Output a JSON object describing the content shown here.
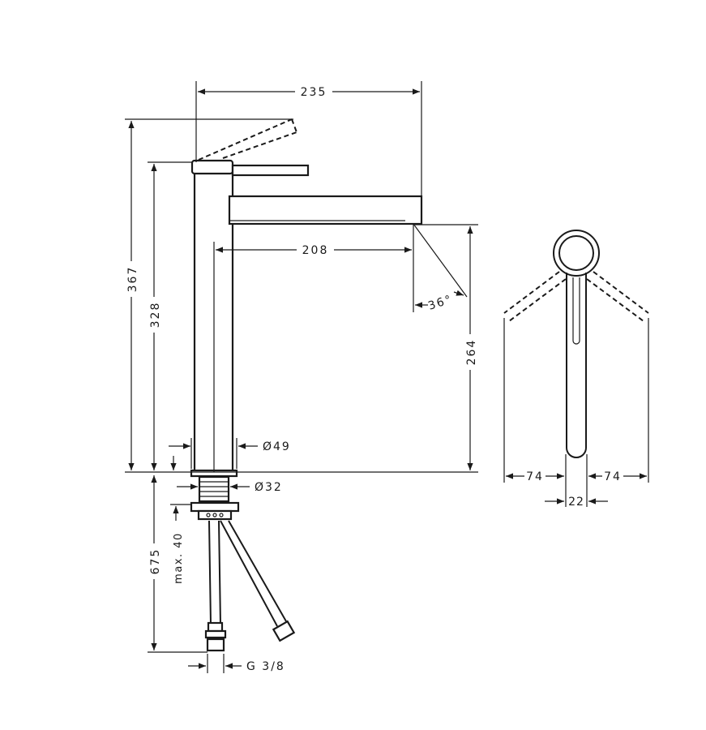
{
  "dimensions": {
    "spout_reach_total": "235",
    "spout_reach": "208",
    "total_height": "367",
    "handle_height": "328",
    "spout_height": "264",
    "swivel_angle": "36°",
    "body_diameter": "Ø49",
    "shank_diameter": "Ø32",
    "hose_length": "675",
    "max_deck": "max. 40",
    "connection": "G 3/8",
    "handle_side_left": "74",
    "handle_side_right": "74",
    "handle_width": "22"
  },
  "colors": {
    "line": "#1a1a1a",
    "background": "#ffffff"
  }
}
